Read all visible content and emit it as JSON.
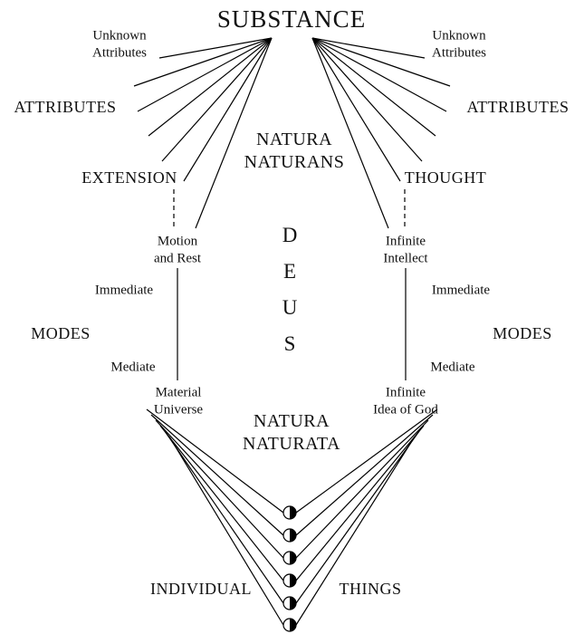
{
  "title": "Diagram of Substance, Attributes and Modes",
  "colors": {
    "ink": "#000000",
    "background": "#ffffff"
  },
  "labels": {
    "substance": "SUBSTANCE",
    "unknown_attributes_left": "Unknown\nAttributes",
    "unknown_attributes_right": "Unknown\nAttributes",
    "attributes_left": "ATTRIBUTES",
    "attributes_right": "ATTRIBUTES",
    "natura_naturans": "NATURA\nNATURANS",
    "extension": "EXTENSION",
    "thought": "THOUGHT",
    "motion_and_rest": "Motion\nand Rest",
    "infinite_intellect": "Infinite\nIntellect",
    "deus": "D\nE\nU\nS",
    "immediate_left": "Immediate",
    "immediate_right": "Immediate",
    "modes_left": "MODES",
    "modes_right": "MODES",
    "mediate_left": "Mediate",
    "mediate_right": "Mediate",
    "material_universe": "Material\nUniverse",
    "infinite_idea_of_god": "Infinite\nIdea of God",
    "natura_naturata": "NATURA\nNATURATA",
    "individual": "INDIVIDUAL",
    "things": "THINGS"
  }
}
